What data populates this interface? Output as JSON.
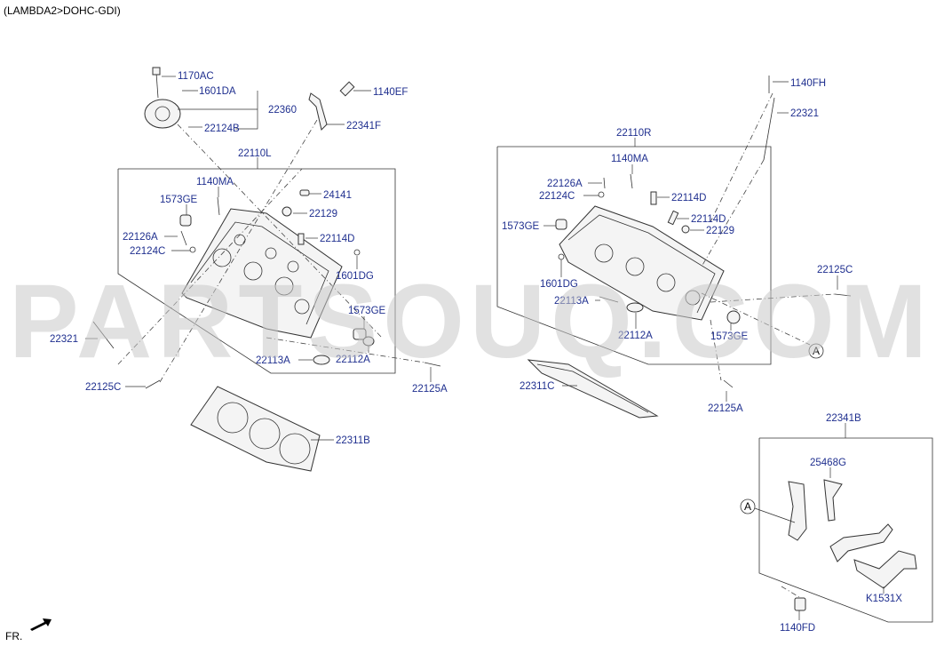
{
  "header": {
    "title": "(LAMBDA2>DOHC-GDI)"
  },
  "watermark": "PARTSOUQ.COM",
  "footer": {
    "direction_label": "FR."
  },
  "callout_marker": "A",
  "labels": {
    "1170AC": "1170AC",
    "1601DA": "1601DA",
    "22360": "22360",
    "22124B": "22124B",
    "1140EF": "1140EF",
    "22341F": "22341F",
    "22110L": "22110L",
    "1140MA_L": "1140MA",
    "1573GE_L1": "1573GE",
    "24141": "24141",
    "22129_L": "22129",
    "22126A_L": "22126A",
    "22124C_L": "22124C",
    "22114D_L": "22114D",
    "1601DG_L": "1601DG",
    "1573GE_L2": "1573GE",
    "22321_L": "22321",
    "22113A_L": "22113A",
    "22112A_L": "22112A",
    "22125C_L": "22125C",
    "22125A_L": "22125A",
    "22311B": "22311B",
    "1140FH": "1140FH",
    "22321_R": "22321",
    "22110R": "22110R",
    "1140MA_R": "1140MA",
    "22126A_R": "22126A",
    "22124C_R": "22124C",
    "22114D_R1": "22114D",
    "22114D_R2": "22114D",
    "1573GE_R1": "1573GE",
    "22129_R": "22129",
    "22125C_R": "22125C",
    "1601DG_R": "1601DG",
    "22113A_R": "22113A",
    "22112A_R": "22112A",
    "1573GE_R2": "1573GE",
    "22311C": "22311C",
    "22125A_R": "22125A",
    "22341B": "22341B",
    "25468G": "25468G",
    "K1531X": "K1531X",
    "1140FD": "1140FD"
  }
}
